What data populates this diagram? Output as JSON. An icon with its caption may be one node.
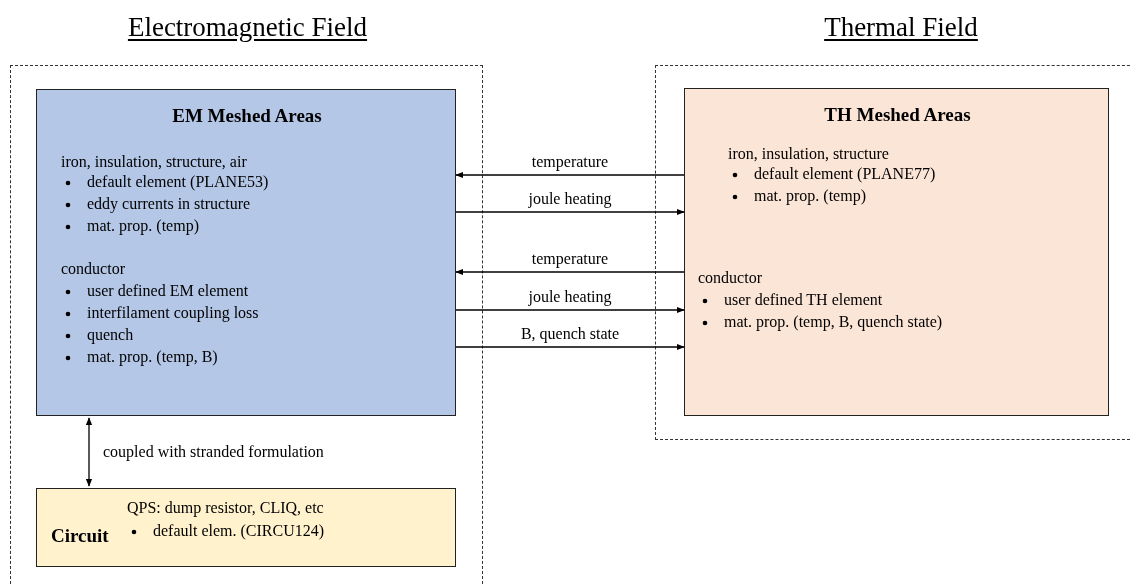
{
  "diagram": {
    "nodes": [
      {
        "text": [
          "Electromagnetic Field"
        ]
      },
      {
        "text": [
          "EM Meshed Areas",
          "iron, insulation, structure, air",
          "default element (PLANE53)",
          "eddy currents in structure",
          "mat. prop. (temp)",
          "conductor",
          "user defined EM element",
          "interfilament coupling loss",
          "quench",
          "mat. prop. (temp, B)"
        ],
        "in": 0
      },
      {
        "text": [
          "Circuit",
          "QPS: dump resistor, CLIQ, etc",
          "default elem. (CIRCU124)"
        ],
        "in": 0
      },
      {
        "text": [
          "Thermal Field"
        ]
      },
      {
        "text": [
          "TH Meshed Areas",
          "iron, insulation, structure",
          "default element (PLANE77)",
          "mat. prop. (temp)",
          "conductor",
          "user defined TH element",
          "mat. prop. (temp, B, quench state)"
        ],
        "in": 3
      }
    ],
    "edges": [
      {
        "from": 4,
        "to": 1,
        "arrow": "to",
        "label": "temperature"
      },
      {
        "from": 1,
        "to": 4,
        "arrow": "to",
        "label": "joule heating"
      },
      {
        "from": 4,
        "to": 1,
        "arrow": "to",
        "label": "temperature"
      },
      {
        "from": 1,
        "to": 4,
        "arrow": "to",
        "label": "joule heating"
      },
      {
        "from": 1,
        "to": 4,
        "arrow": "to",
        "label": "B, quench state"
      },
      {
        "from": 1,
        "to": 2,
        "arrow": "both",
        "label": "coupled with stranded formulation"
      }
    ]
  }
}
